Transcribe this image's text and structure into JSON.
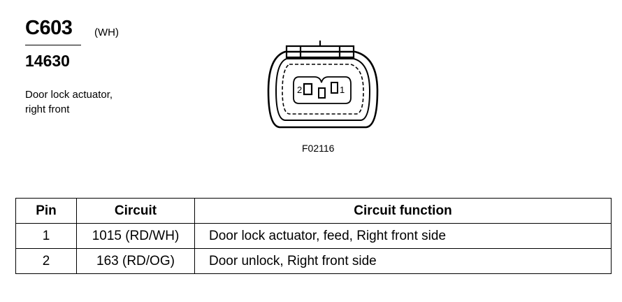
{
  "connector": {
    "id": "C603",
    "color_code": "(WH)",
    "part_number": "14630",
    "description_lines": [
      "Door lock actuator,",
      "right front"
    ]
  },
  "diagram": {
    "pin_labels": [
      "2",
      "1"
    ],
    "figure_id": "F02116"
  },
  "table": {
    "headers": [
      "Pin",
      "Circuit",
      "Circuit function"
    ],
    "rows": [
      {
        "pin": "1",
        "circuit": "1015 (RD/WH)",
        "function": "Door lock actuator, feed, Right front side"
      },
      {
        "pin": "2",
        "circuit": "163 (RD/OG)",
        "function": "Door unlock, Right front side"
      }
    ]
  }
}
